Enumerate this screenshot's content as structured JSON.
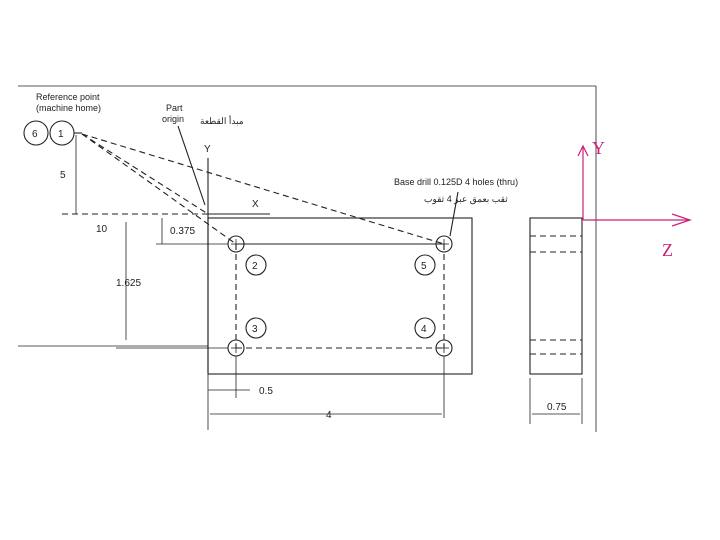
{
  "drawing": {
    "reference_point_label": [
      "Reference point",
      "(machine home)"
    ],
    "part_origin_label": [
      "Part",
      "origin"
    ],
    "arabic_label_top": "مبدأ القطعة",
    "base_drill_label": "Base drill 0.125D  4 holes (thru)",
    "arabic_label_drill": "ثقب بعمق عبر 4 ثقوب",
    "axis_x": "X",
    "axis_y": "Y",
    "point_labels": [
      "1",
      "2",
      "3",
      "4",
      "5",
      "6"
    ],
    "dims": {
      "ref_vertical": "5",
      "ref_horizontal": "10",
      "top_offset": "0.375",
      "hole_spacing_vertical": "1.625",
      "hole_offset_x": "0.5",
      "overall_length": "4",
      "thickness": "0.75"
    }
  },
  "overlay_axes": {
    "y_label": "Y",
    "z_label": "Z",
    "color": "#cc1f7a"
  },
  "colors": {
    "ink": "#222222",
    "accent": "#cc1f7a"
  }
}
